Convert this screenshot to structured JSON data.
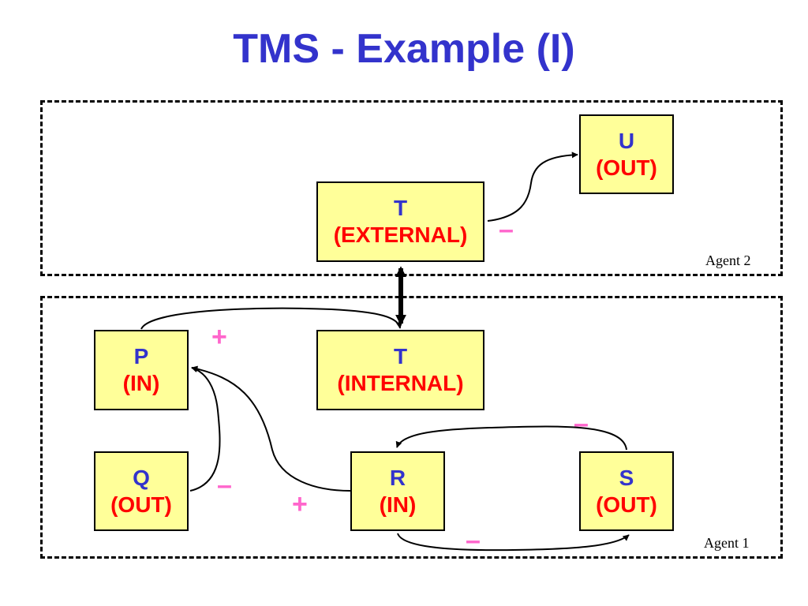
{
  "title": "TMS - Example (I)",
  "agents": {
    "agent2": "Agent 2",
    "agent1": "Agent 1"
  },
  "nodes": {
    "u": {
      "name": "U",
      "state": "(OUT)"
    },
    "t_external": {
      "name": "T",
      "state": "(EXTERNAL)"
    },
    "t_internal": {
      "name": "T",
      "state": "(INTERNAL)"
    },
    "p": {
      "name": "P",
      "state": "(IN)"
    },
    "q": {
      "name": "Q",
      "state": "(OUT)"
    },
    "r": {
      "name": "R",
      "state": "(IN)"
    },
    "s": {
      "name": "S",
      "state": "(OUT)"
    }
  },
  "signs": {
    "plus": "+",
    "minus": "–"
  },
  "colors": {
    "title": "#3333cc",
    "node_fill": "#ffff99",
    "node_name": "#3333cc",
    "node_state": "#ff0000",
    "sign": "#ff66cc"
  }
}
